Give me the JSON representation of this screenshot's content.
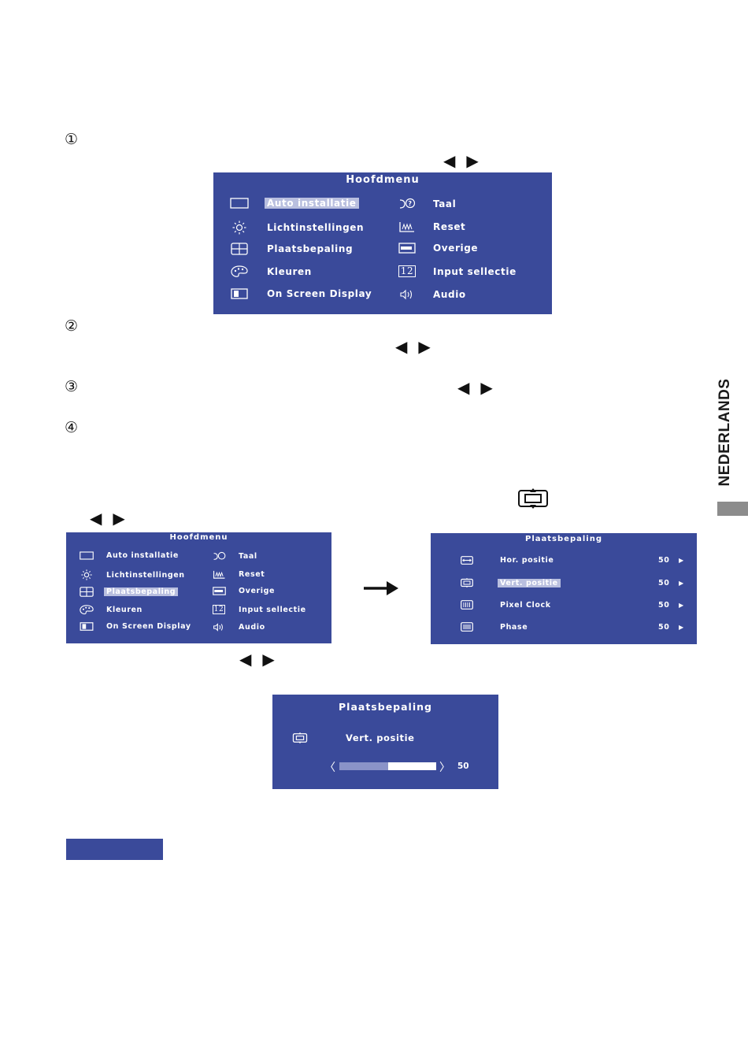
{
  "steps": [
    "①",
    "②",
    "③",
    "④"
  ],
  "nav_arrows": {
    "left": "◀",
    "right": "▶"
  },
  "side_label": "NEDERLANDS",
  "main_menu": {
    "title": "Hoofdmenu",
    "left_items": [
      {
        "label": "Auto installatie",
        "icon": "auto-setup-icon"
      },
      {
        "label": "Lichtinstellingen",
        "icon": "brightness-icon"
      },
      {
        "label": "Plaatsbepaling",
        "icon": "position-icon"
      },
      {
        "label": "Kleuren",
        "icon": "palette-icon"
      },
      {
        "label": "On Screen Display",
        "icon": "osd-icon"
      }
    ],
    "right_items": [
      {
        "label": "Taal",
        "icon": "language-icon"
      },
      {
        "label": "Reset",
        "icon": "reset-icon"
      },
      {
        "label": "Overige",
        "icon": "other-icon"
      },
      {
        "label": "Input sellectie",
        "icon": "input-select-icon"
      },
      {
        "label": "Audio",
        "icon": "audio-icon"
      }
    ],
    "input_icon_text": "12"
  },
  "position_menu": {
    "title": "Plaatsbepaling",
    "items": [
      {
        "label": "Hor. positie",
        "value": "50",
        "icon": "hor-position-icon"
      },
      {
        "label": "Vert. positie",
        "value": "50",
        "icon": "vert-position-icon"
      },
      {
        "label": "Pixel Clock",
        "value": "50",
        "icon": "pixel-clock-icon"
      },
      {
        "label": "Phase",
        "value": "50",
        "icon": "phase-icon"
      }
    ],
    "arrow": "▶"
  },
  "slider_menu": {
    "title": "Plaatsbepaling",
    "item_label": "Vert. positie",
    "value": "50",
    "level_fraction": 0.5,
    "left_glyph": "〈",
    "right_glyph": "〉",
    "colors": {
      "fill": "#8a93c8",
      "track": "#ffffff"
    }
  },
  "colors": {
    "osd_bg": "#3a4a9a",
    "selected_bg": "#b9bfdf",
    "side_bar": "#8c8c8c"
  }
}
